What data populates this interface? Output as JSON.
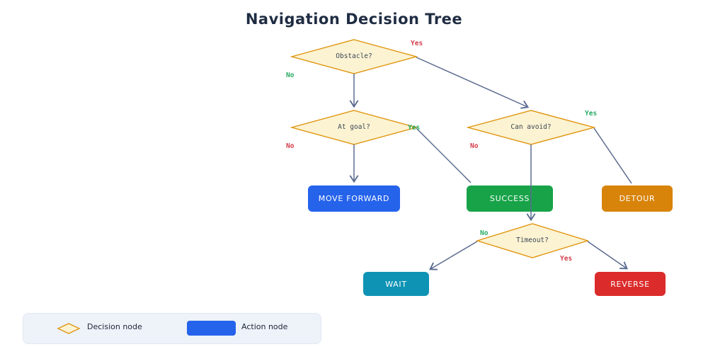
{
  "title": "Navigation Decision Tree",
  "diagram_type": "flowchart",
  "nodes": {
    "obstacle": {
      "label": "Obstacle?",
      "type": "decision"
    },
    "at_goal": {
      "label": "At goal?",
      "type": "decision"
    },
    "can_avoid": {
      "label": "Can avoid?",
      "type": "decision"
    },
    "timeout": {
      "label": "Timeout?",
      "type": "decision"
    },
    "move_forward": {
      "label": "MOVE FORWARD",
      "type": "action",
      "color": "#2563eb"
    },
    "success": {
      "label": "SUCCESS",
      "type": "action",
      "color": "#18a349"
    },
    "detour": {
      "label": "DETOUR",
      "type": "action",
      "color": "#d8830a"
    },
    "wait": {
      "label": "WAIT",
      "type": "action",
      "color": "#0e93b4"
    },
    "reverse": {
      "label": "REVERSE",
      "type": "action",
      "color": "#db2b2b"
    }
  },
  "edges": {
    "obstacle_no": {
      "from": "Obstacle?",
      "to": "At goal?",
      "label": "No",
      "label_color": "#27ab63"
    },
    "obstacle_yes": {
      "from": "Obstacle?",
      "to": "Can avoid?",
      "label": "Yes",
      "label_color": "#d23b4b"
    },
    "atgoal_no": {
      "from": "At goal?",
      "to": "MOVE FORWARD",
      "label": "No",
      "label_color": "#d23b4b"
    },
    "atgoal_yes": {
      "from": "At goal?",
      "to": "SUCCESS",
      "label": "Yes",
      "label_color": "#27ab63"
    },
    "canavoid_no": {
      "from": "Can avoid?",
      "to": "Timeout?",
      "label": "No",
      "label_color": "#d23b4b"
    },
    "canavoid_yes": {
      "from": "Can avoid?",
      "to": "DETOUR",
      "label": "Yes",
      "label_color": "#27ab63"
    },
    "timeout_no": {
      "from": "Timeout?",
      "to": "WAIT",
      "label": "No",
      "label_color": "#27ab63"
    },
    "timeout_yes": {
      "from": "Timeout?",
      "to": "REVERSE",
      "label": "Yes",
      "label_color": "#d23b4b"
    }
  },
  "legend": {
    "decision_label": "Decision node",
    "action_label": "Action node"
  },
  "colors": {
    "decision_fill": "#fcf3d2",
    "decision_border": "#e0930b",
    "edge_line": "#5b6b8f",
    "branch_red": "#d23b4b",
    "branch_green": "#27ab63",
    "title_text": "#1f2c42",
    "legend_bg": "#eef2f9",
    "action_blue": "#2563eb",
    "action_green": "#18a349",
    "action_orange": "#d8830a",
    "action_teal": "#0e93b4",
    "action_red": "#db2b2b"
  }
}
